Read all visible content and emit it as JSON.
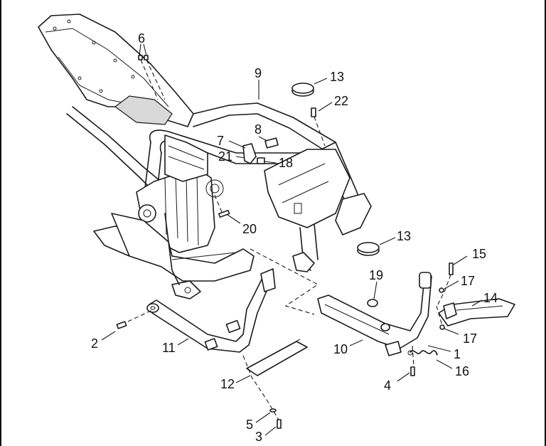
{
  "diagram": {
    "callouts": [
      {
        "id": "c1",
        "text": "1"
      },
      {
        "id": "c2",
        "text": "2"
      },
      {
        "id": "c3",
        "text": "3"
      },
      {
        "id": "c4",
        "text": "4"
      },
      {
        "id": "c5",
        "text": "5"
      },
      {
        "id": "c6",
        "text": "6"
      },
      {
        "id": "c7",
        "text": "7"
      },
      {
        "id": "c8",
        "text": "8"
      },
      {
        "id": "c9",
        "text": "9"
      },
      {
        "id": "c10",
        "text": "10"
      },
      {
        "id": "c11",
        "text": "11"
      },
      {
        "id": "c12",
        "text": "12"
      },
      {
        "id": "c13a",
        "text": "13"
      },
      {
        "id": "c13b",
        "text": "13"
      },
      {
        "id": "c14",
        "text": "14"
      },
      {
        "id": "c15",
        "text": "15"
      },
      {
        "id": "c16",
        "text": "16"
      },
      {
        "id": "c17a",
        "text": "17"
      },
      {
        "id": "c17b",
        "text": "17"
      },
      {
        "id": "c18",
        "text": "18"
      },
      {
        "id": "c19",
        "text": "19"
      },
      {
        "id": "c20",
        "text": "20"
      },
      {
        "id": "c21",
        "text": "21"
      },
      {
        "id": "c22",
        "text": "22"
      }
    ]
  }
}
